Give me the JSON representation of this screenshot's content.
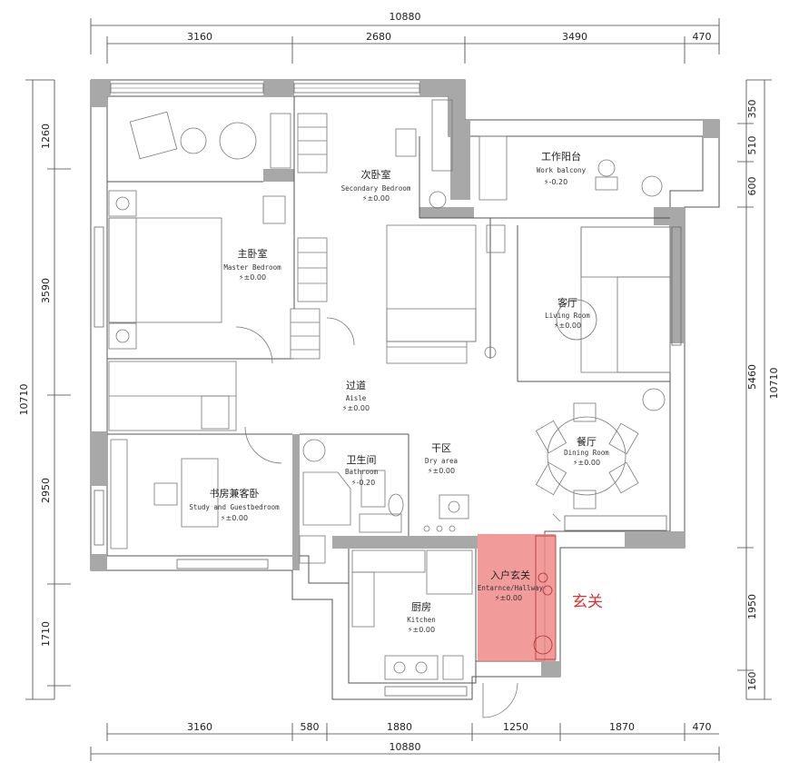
{
  "dimensions": {
    "top_total": "10880",
    "top_segments": [
      "3160",
      "2680",
      "3490",
      "470"
    ],
    "bottom_total": "10880",
    "bottom_segments": [
      "3160",
      "580",
      "1880",
      "1250",
      "1870",
      "470"
    ],
    "left_total": "10710",
    "left_segments": [
      "1260",
      "3590",
      "2950",
      "1710"
    ],
    "right_total": "10710",
    "right_segments": [
      "350",
      "510",
      "600",
      "5460",
      "1950",
      "160"
    ]
  },
  "rooms": {
    "secondary_bedroom": {
      "cn": "次卧室",
      "en": "Secondary Bedroom",
      "level": "±0.00"
    },
    "master_bedroom": {
      "cn": "主卧室",
      "en": "Master Bedroom",
      "level": "±0.00"
    },
    "work_balcony": {
      "cn": "工作阳台",
      "en": "Work balcony",
      "level": "-0.20"
    },
    "living_room": {
      "cn": "客厅",
      "en": "Living Room",
      "level": "±0.00"
    },
    "aisle": {
      "cn": "过道",
      "en": "Aisle",
      "level": "±0.00"
    },
    "bathroom": {
      "cn": "卫生间",
      "en": "Bathroom",
      "level": "-0.20"
    },
    "dry_area": {
      "cn": "干区",
      "en": "Dry area",
      "level": "±0.00"
    },
    "dining_room": {
      "cn": "餐厅",
      "en": "Dining Room",
      "level": "±0.00"
    },
    "study": {
      "cn": "书房兼客卧",
      "en": "Study and Guestbedroom",
      "level": "±0.00"
    },
    "entrance": {
      "cn": "入户玄关",
      "en": "Entarnce/Hallway",
      "level": "±0.00"
    },
    "kitchen": {
      "cn": "厨房",
      "en": "Kitchen",
      "level": "±0.00"
    }
  },
  "highlight": {
    "label": "玄关",
    "color": "#e03030",
    "fill": "#f08a8a"
  },
  "level_icon": "level-marker-icon"
}
